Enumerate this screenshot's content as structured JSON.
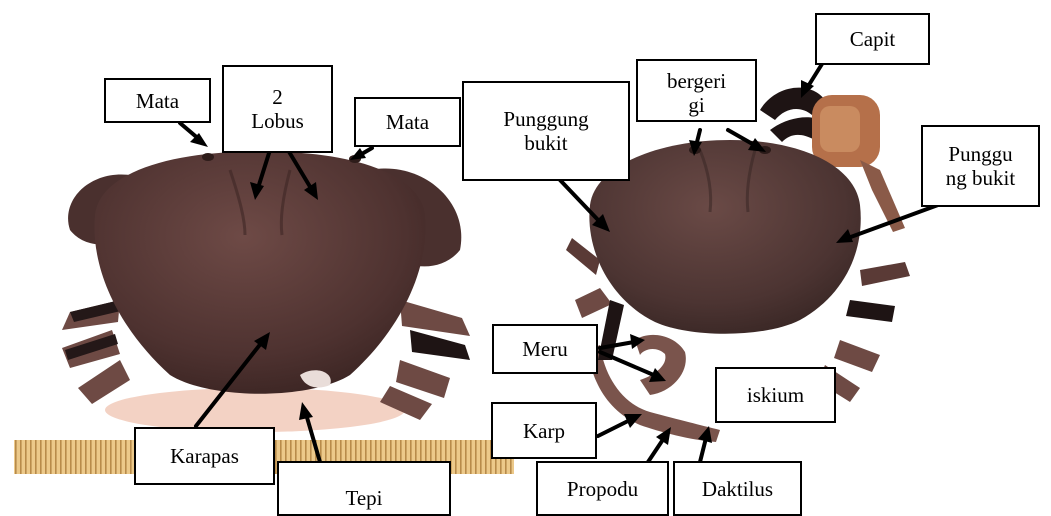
{
  "labels": {
    "mata_left": "Mata",
    "lobus": "2\nLobus",
    "mata_right": "Mata",
    "punggung_bukit_center": "Punggung\nbukit",
    "bergerigi": "bergeri\ngi",
    "capit": "Capit",
    "punggung_bukit_right": "Punggu\nng bukit",
    "meru": "Meru",
    "karp": "Karp",
    "iskium": "iskium",
    "karapas": "Karapas",
    "tepi": "Tepi",
    "propodu": "Propodu",
    "daktilus": "Daktilus"
  },
  "colors": {
    "carapace": "#5a3a36",
    "carapace_dark": "#3e2624",
    "leg": "#6e4a44",
    "leg_band": "#1e1414",
    "claw_orange": "#b5704a",
    "ruler": "#e0b978",
    "label_border": "#000000",
    "arrow": "#000000"
  }
}
